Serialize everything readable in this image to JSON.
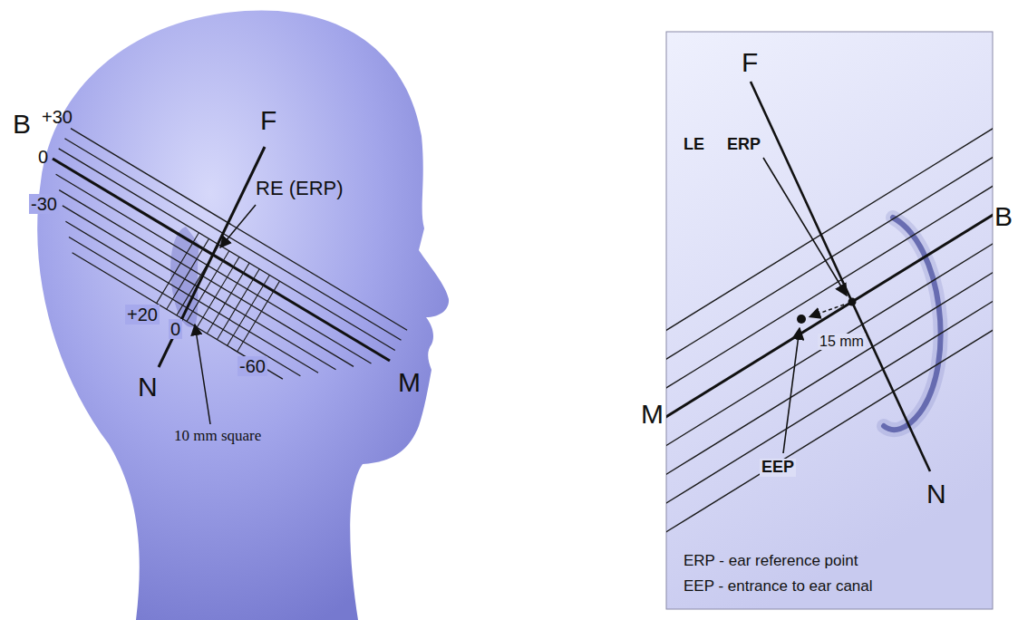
{
  "diagram": {
    "labels": [
      "+30",
      "B",
      "0",
      "-30",
      "F",
      "RE (ERP)",
      "+20",
      "0",
      "N",
      "-60",
      "M",
      "10 mm square",
      "F",
      "LE",
      "ERP",
      "B",
      "M",
      "15 mm",
      "EEP",
      "N",
      "ERP - ear reference point",
      "EEP - entrance to ear canal"
    ]
  }
}
